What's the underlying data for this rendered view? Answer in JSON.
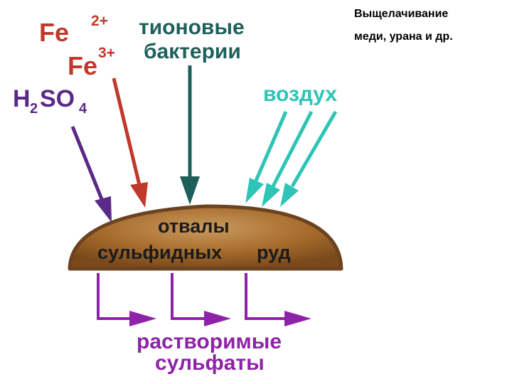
{
  "caption": {
    "line1": "Выщелачивание",
    "line2": "меди, урана и др."
  },
  "inputs": {
    "fe_symbol": "Fe",
    "fe2_charge": "2+",
    "fe3_charge": "3+",
    "acid": {
      "h": "H",
      "sub2": "2",
      "so": "SO",
      "sub4": "4"
    },
    "bacteria_line1": "тионовые",
    "bacteria_line2": "бактерии",
    "air": "воздух"
  },
  "heap": {
    "line1": "отвалы",
    "line2_a": "сульфидных",
    "line2_b": "руд"
  },
  "output": {
    "line1": "растворимые",
    "line2": "сульфаты"
  },
  "colors": {
    "iron": "#c0392b",
    "acid": "#5b2a86",
    "bacteria": "#1f5f5b",
    "air": "#2ec4b6",
    "heap_fill": "#a0692a",
    "heap_edge": "#6b4320",
    "output": "#8e22a8"
  }
}
